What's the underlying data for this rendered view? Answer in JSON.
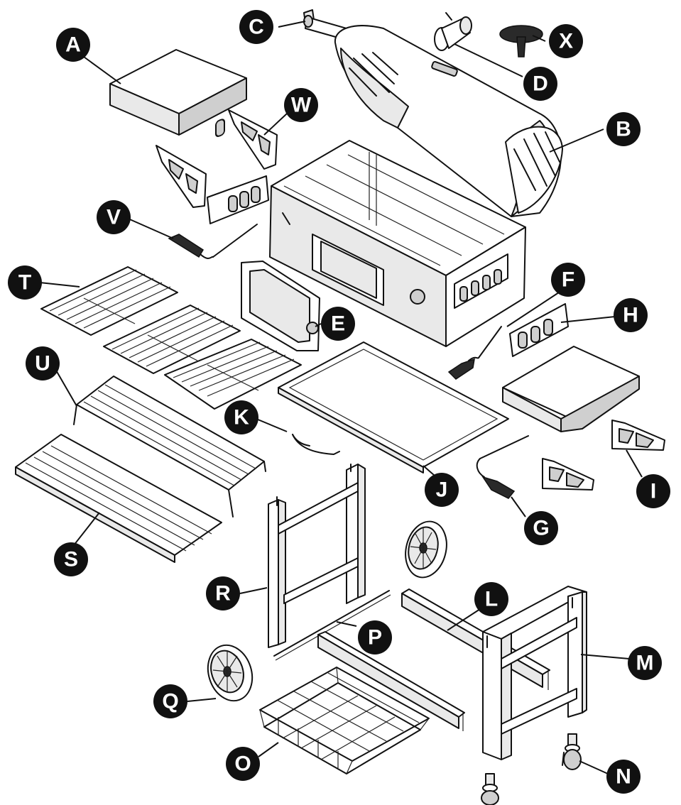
{
  "parts": {
    "a": "A",
    "b": "B",
    "c": "C",
    "d": "D",
    "e": "E",
    "f": "F",
    "g": "G",
    "h": "H",
    "i": "I",
    "j": "J",
    "k": "K",
    "l": "L",
    "m": "M",
    "n": "N",
    "o": "O",
    "p": "P",
    "q": "Q",
    "r": "R",
    "s": "S",
    "t": "T",
    "u": "U",
    "v": "V",
    "w": "W",
    "x": "X"
  }
}
